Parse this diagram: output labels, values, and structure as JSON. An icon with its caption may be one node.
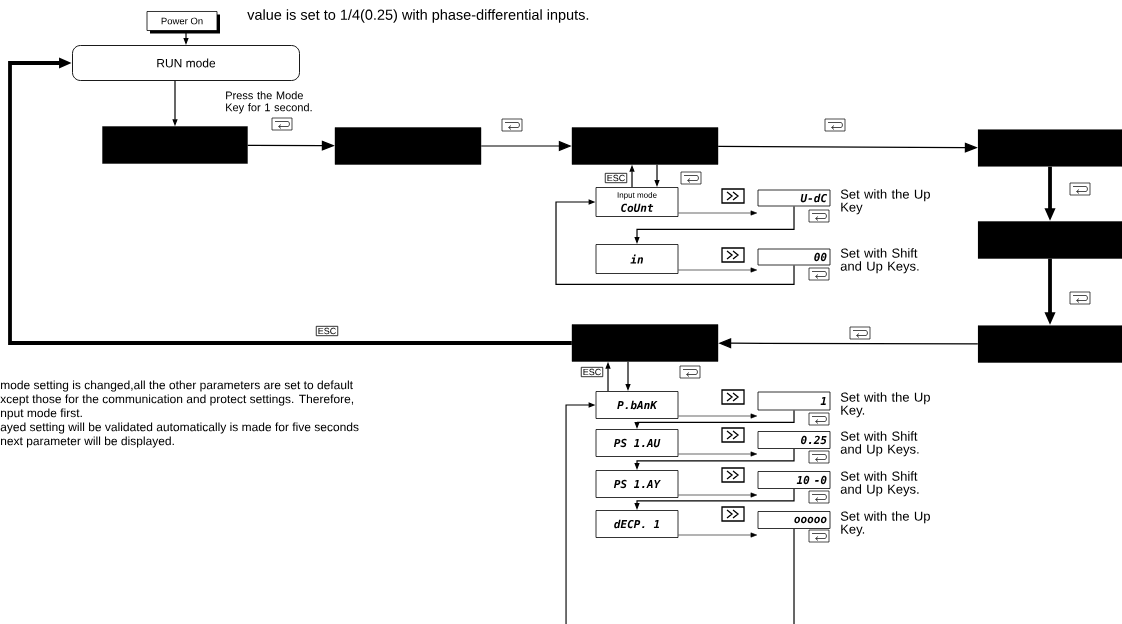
{
  "diagram": {
    "nodes": [
      {
        "text": [
          "Power On"
        ]
      },
      {
        "text": [
          "RUN mode"
        ]
      },
      {
        "text": [],
        "shape": "box"
      },
      {
        "text": [],
        "shape": "box"
      },
      {
        "text": [],
        "shape": "box"
      },
      {
        "text": [],
        "shape": "box"
      },
      {
        "text": [],
        "shape": "box"
      },
      {
        "text": [],
        "shape": "box"
      },
      {
        "text": [],
        "shape": "box"
      },
      {
        "text": [
          "Input mode",
          "CoUnt"
        ]
      },
      {
        "text": [
          "U-dC"
        ],
        "beside": [
          "Set with the Up Key"
        ]
      },
      {
        "text": [
          "in"
        ]
      },
      {
        "text": [
          "00"
        ],
        "beside": [
          "Set with Shift and Up Keys."
        ]
      },
      {
        "text": [
          "P.bAnK"
        ]
      },
      {
        "text": [
          "1"
        ],
        "beside": [
          "Set with the Up Key."
        ]
      },
      {
        "text": [
          "PS 1.AU"
        ]
      },
      {
        "text": [
          "0.25"
        ],
        "beside": [
          "Set with Shift and Up Keys."
        ]
      },
      {
        "text": [
          "PS 1.AY"
        ]
      },
      {
        "text": [
          "10 -0"
        ],
        "beside": [
          "Set with Shift and Up Keys."
        ]
      },
      {
        "text": [
          "dECP. 1"
        ]
      },
      {
        "text": [
          "ooooo"
        ],
        "beside": [
          "Set with the Up Key."
        ]
      }
    ],
    "edges": [
      {
        "from": 0,
        "to": 1,
        "arrow": "to"
      },
      {
        "from": 1,
        "to": 2,
        "arrow": "to",
        "label": "Press the Mode Key for 1 second."
      },
      {
        "from": 2,
        "to": 3,
        "arrow": "to"
      },
      {
        "from": 3,
        "to": 4,
        "arrow": "to"
      },
      {
        "from": 4,
        "to": 5,
        "arrow": "to"
      },
      {
        "from": 5,
        "to": 6,
        "arrow": "to",
        "style": "thick"
      },
      {
        "from": 6,
        "to": 7,
        "arrow": "to",
        "style": "thick"
      },
      {
        "from": 7,
        "to": 8,
        "arrow": "to"
      },
      {
        "from": 8,
        "to": 1,
        "arrow": "to",
        "style": "thick",
        "label": "ESC"
      },
      {
        "from": 9,
        "to": 4,
        "arrow": "to",
        "label": "ESC"
      },
      {
        "from": 4,
        "to": 9,
        "arrow": "to"
      },
      {
        "from": 9,
        "to": 10,
        "arrow": "to"
      },
      {
        "from": 10,
        "to": 11,
        "arrow": "to"
      },
      {
        "from": 11,
        "to": 12,
        "arrow": "to"
      },
      {
        "from": 12,
        "to": 9,
        "arrow": "to"
      },
      {
        "from": 13,
        "to": 8,
        "arrow": "to",
        "label": "ESC"
      },
      {
        "from": 8,
        "to": 13,
        "arrow": "to"
      },
      {
        "from": 13,
        "to": 14,
        "arrow": "to"
      },
      {
        "from": 14,
        "to": 15,
        "arrow": "to"
      },
      {
        "from": 15,
        "to": 16,
        "arrow": "to"
      },
      {
        "from": 16,
        "to": 17,
        "arrow": "to"
      },
      {
        "from": 17,
        "to": 18,
        "arrow": "to"
      },
      {
        "from": 18,
        "to": 19,
        "arrow": "to"
      },
      {
        "from": 19,
        "to": 20,
        "arrow": "to"
      },
      {
        "from": null,
        "to": 13,
        "arrow": "to"
      },
      {
        "from": 20,
        "to": null,
        "arrow": "none"
      }
    ],
    "labels": [
      "value is set to 1/4(0.25) with phase-differential inputs.",
      "mode setting is changed,all the other parameters are set to default",
      "xcept those for the communication and protect settings. Therefore,",
      "nput mode first.",
      "ayed setting will be validated automatically is made for five seconds",
      "next parameter will be displayed."
    ]
  }
}
